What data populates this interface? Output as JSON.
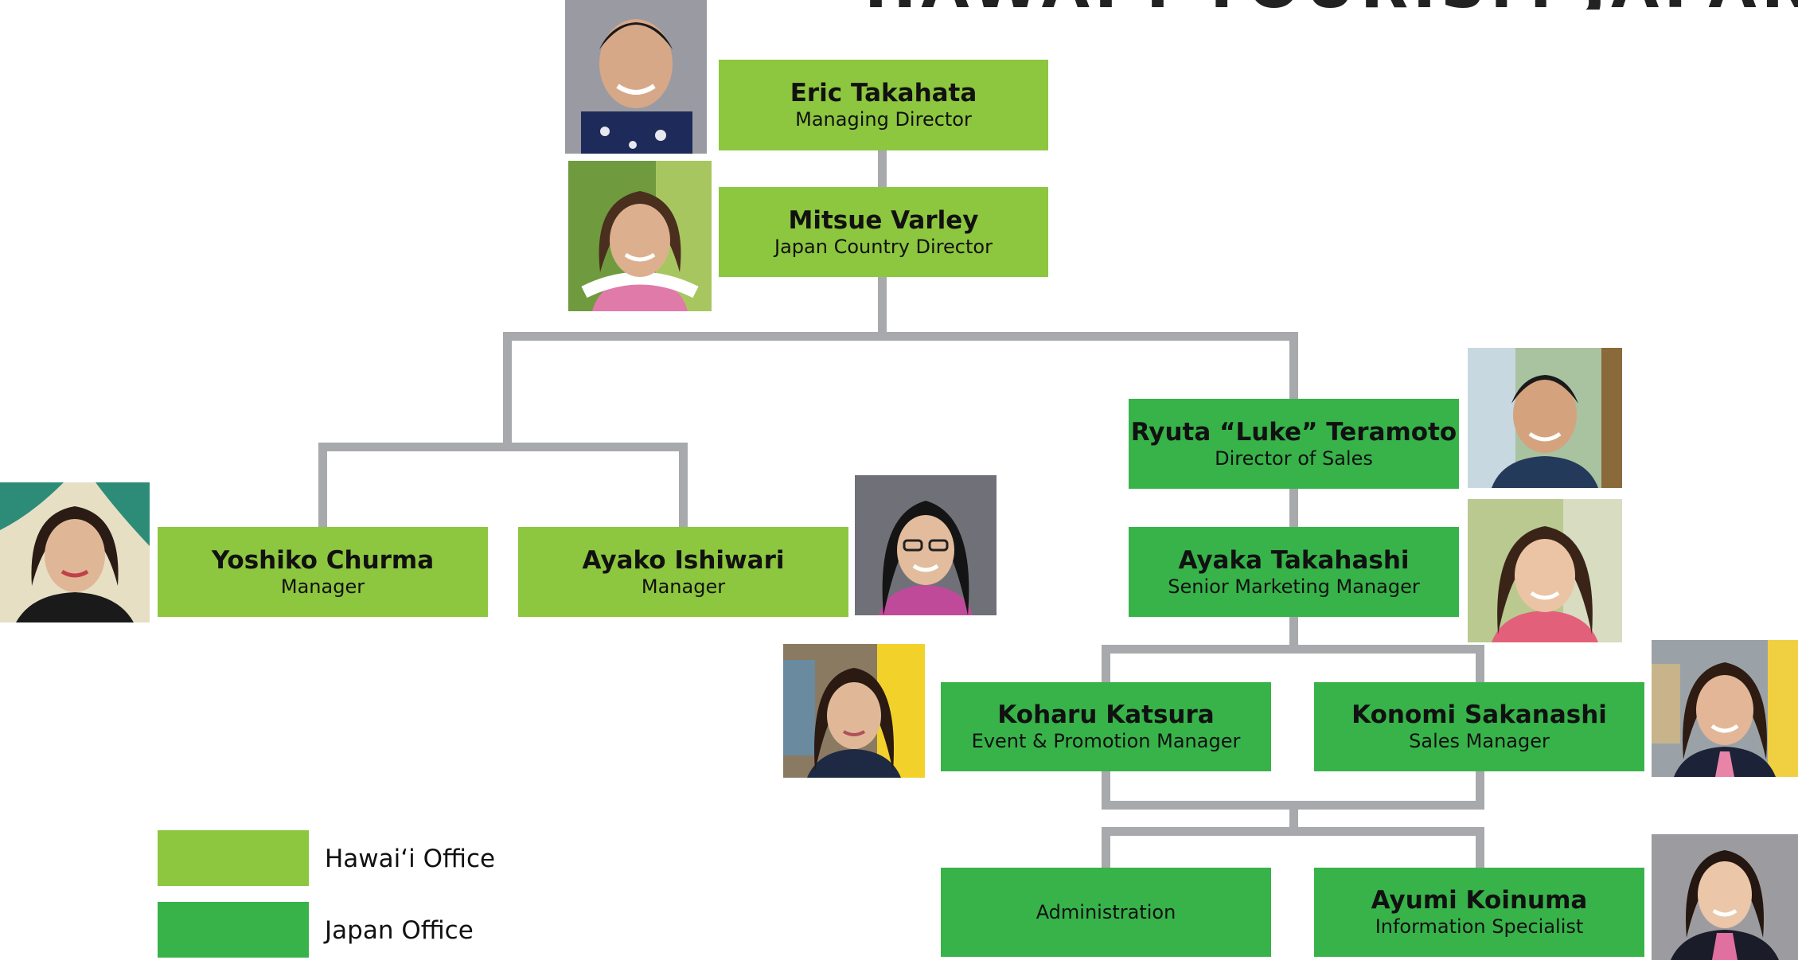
{
  "title": "HAWAI'I TOURISM JAPAN TEAM",
  "colors": {
    "hawaii_office": "#8dc63f",
    "japan_office": "#37b34a",
    "connector": "#a7a9ac"
  },
  "people": {
    "eric": {
      "name": "Eric Takahata",
      "role": "Managing Director",
      "office": "hawaii"
    },
    "mitsue": {
      "name": "Mitsue Varley",
      "role": "Japan Country Director",
      "office": "hawaii"
    },
    "yoshiko": {
      "name": "Yoshiko Churma",
      "role": "Manager",
      "office": "hawaii"
    },
    "ayako": {
      "name": "Ayako Ishiwari",
      "role": "Manager",
      "office": "hawaii"
    },
    "ryuta": {
      "name": "Ryuta “Luke” Teramoto",
      "role": "Director of Sales",
      "office": "japan"
    },
    "ayaka": {
      "name": "Ayaka Takahashi",
      "role": "Senior Marketing Manager",
      "office": "japan"
    },
    "koharu": {
      "name": "Koharu Katsura",
      "role": "Event & Promotion Manager",
      "office": "japan"
    },
    "konomi": {
      "name": "Konomi Sakanashi",
      "role": "Sales Manager",
      "office": "japan"
    },
    "admin": {
      "label": "Administration",
      "office": "japan"
    },
    "ayumi": {
      "name": "Ayumi Koinuma",
      "role": "Information Specialist",
      "office": "japan"
    }
  },
  "legend": {
    "hawaii": "Hawaiʻi Office",
    "japan": "Japan Office"
  }
}
